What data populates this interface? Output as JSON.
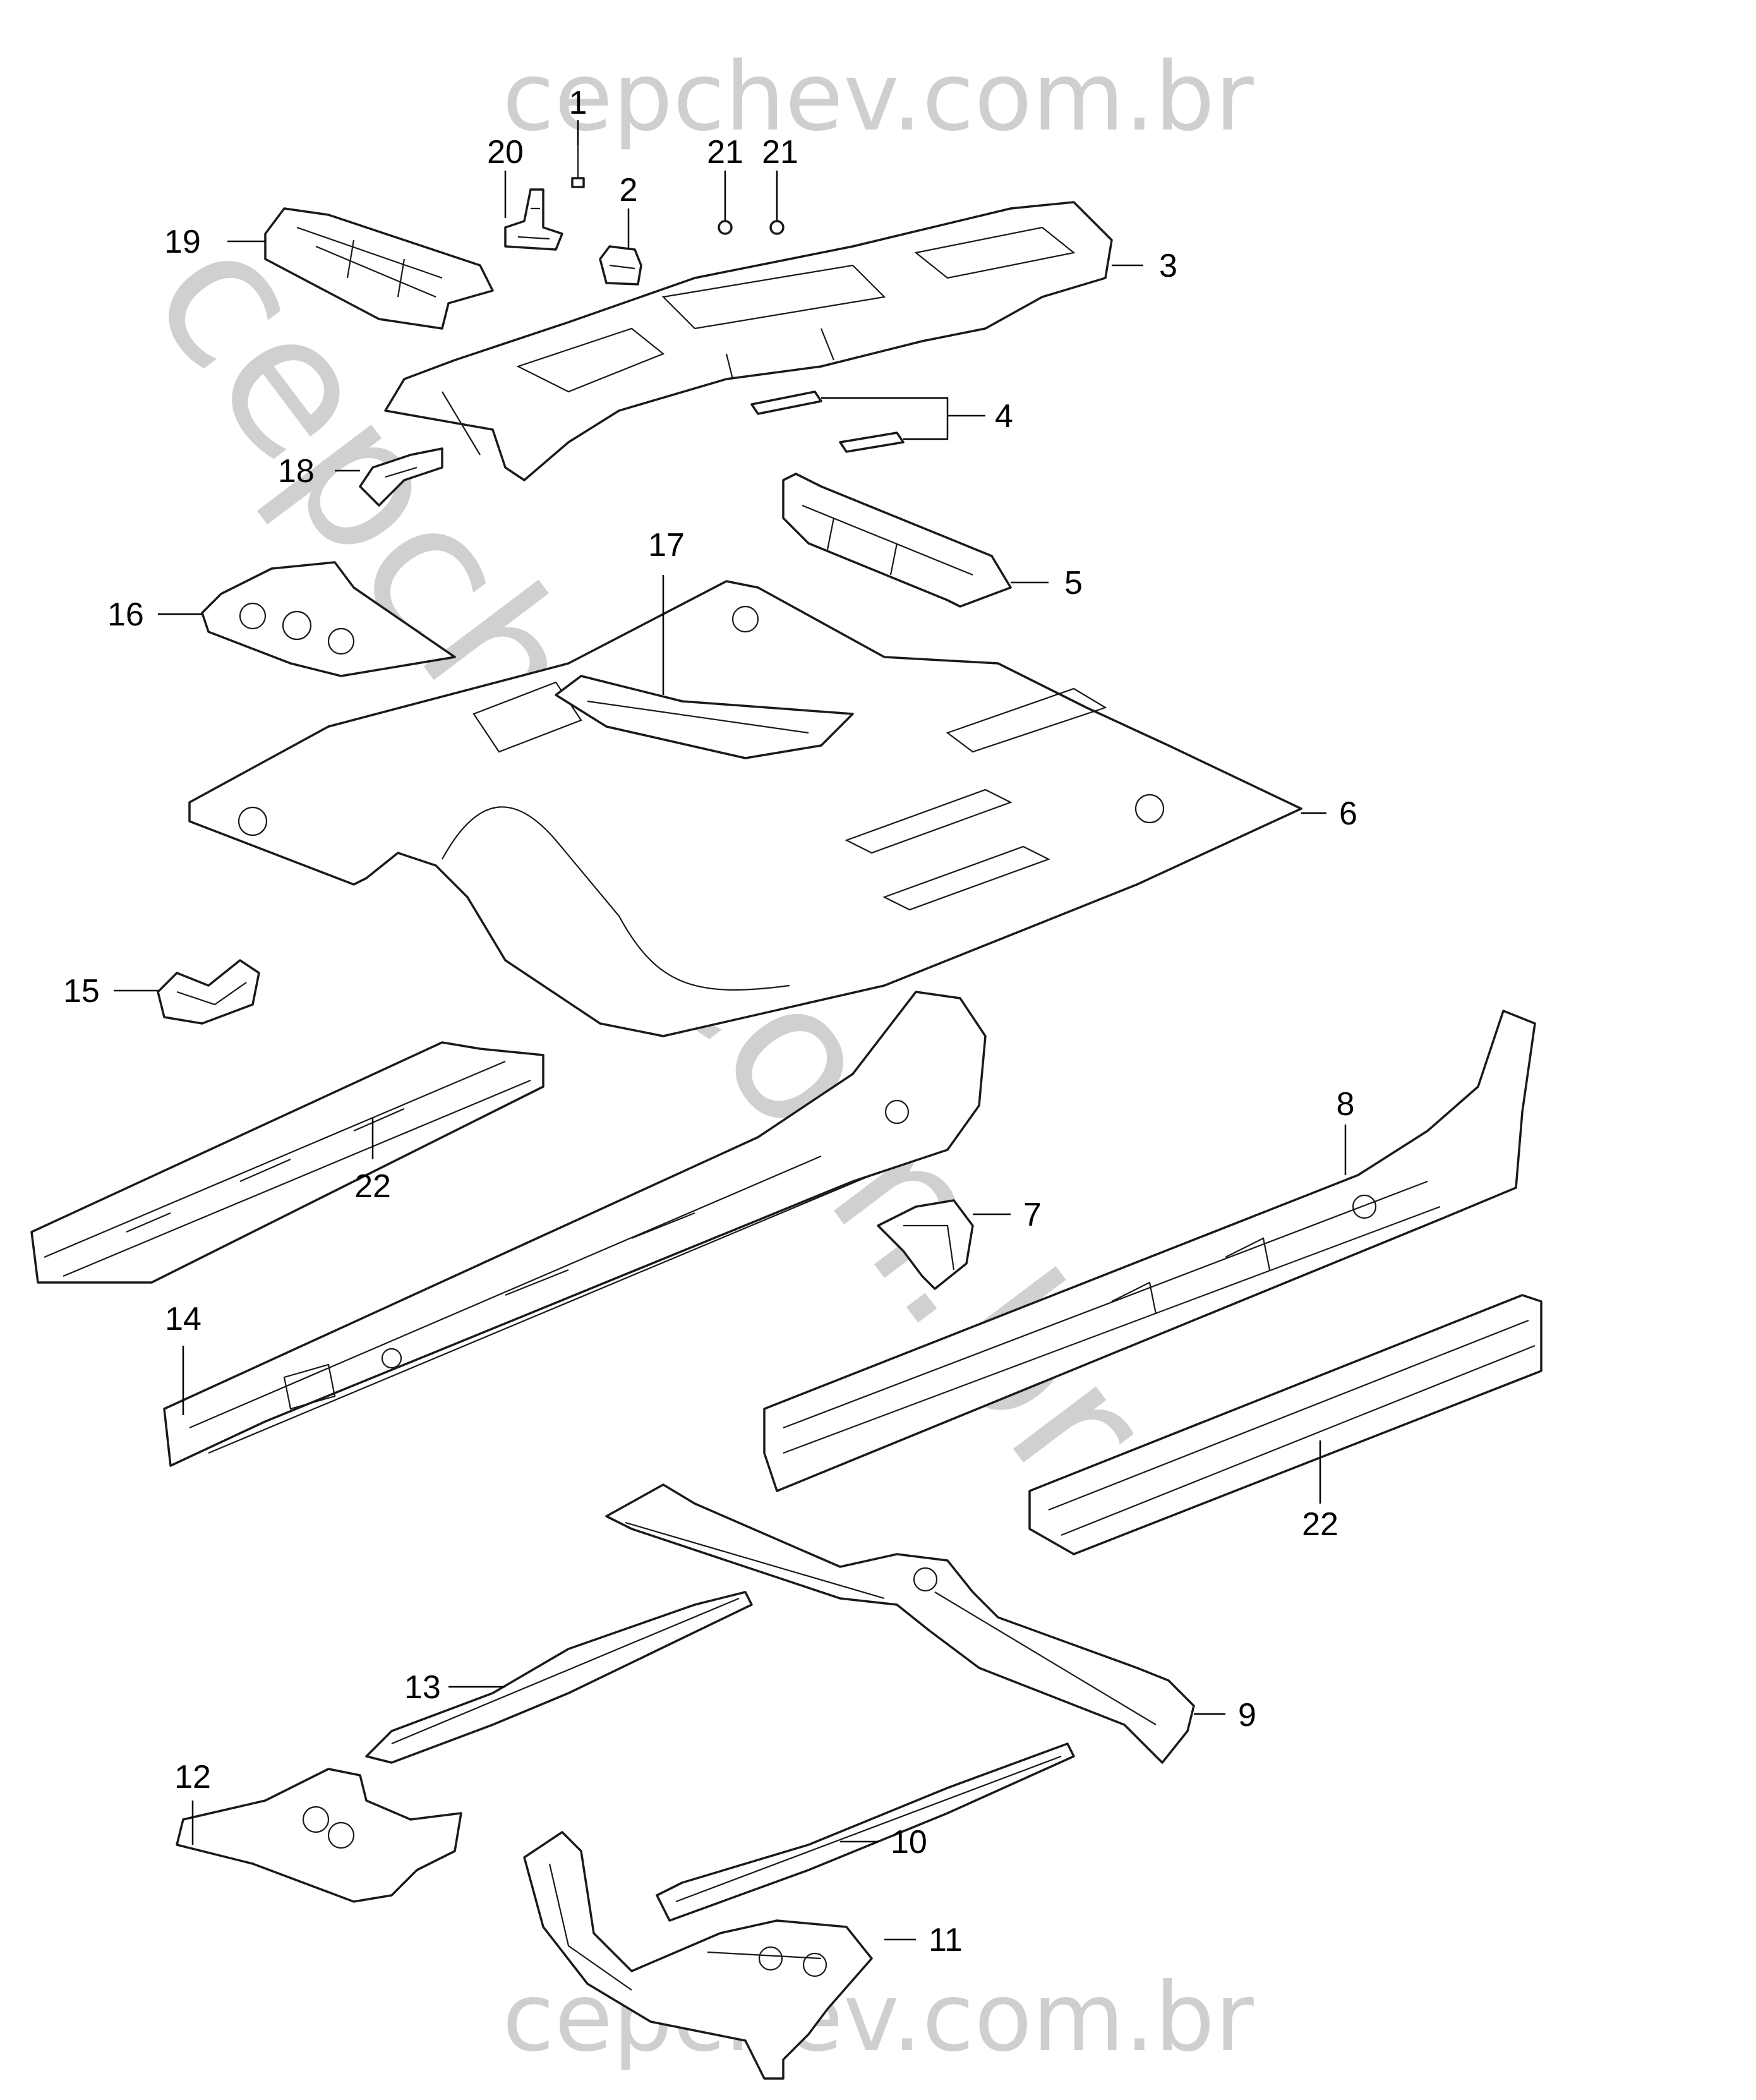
{
  "watermark": {
    "top": "cepchev.com.br",
    "diagonal": "cepchev.com.br",
    "bottom": "cepchev.com.br"
  },
  "colors": {
    "line": "#1a1a1a",
    "watermark": "#cfcfcf",
    "background": "#ffffff"
  },
  "callouts": [
    {
      "id": "c1",
      "label": "1"
    },
    {
      "id": "c2",
      "label": "2"
    },
    {
      "id": "c3",
      "label": "3"
    },
    {
      "id": "c4",
      "label": "4"
    },
    {
      "id": "c5",
      "label": "5"
    },
    {
      "id": "c6",
      "label": "6"
    },
    {
      "id": "c7",
      "label": "7"
    },
    {
      "id": "c8",
      "label": "8"
    },
    {
      "id": "c9",
      "label": "9"
    },
    {
      "id": "c10",
      "label": "10"
    },
    {
      "id": "c11",
      "label": "11"
    },
    {
      "id": "c12",
      "label": "12"
    },
    {
      "id": "c13",
      "label": "13"
    },
    {
      "id": "c14",
      "label": "14"
    },
    {
      "id": "c15",
      "label": "15"
    },
    {
      "id": "c16",
      "label": "16"
    },
    {
      "id": "c17",
      "label": "17"
    },
    {
      "id": "c18",
      "label": "18"
    },
    {
      "id": "c19",
      "label": "19"
    },
    {
      "id": "c20",
      "label": "20"
    },
    {
      "id": "c21a",
      "label": "21"
    },
    {
      "id": "c21b",
      "label": "21"
    },
    {
      "id": "c22a",
      "label": "22"
    },
    {
      "id": "c22b",
      "label": "22"
    }
  ]
}
